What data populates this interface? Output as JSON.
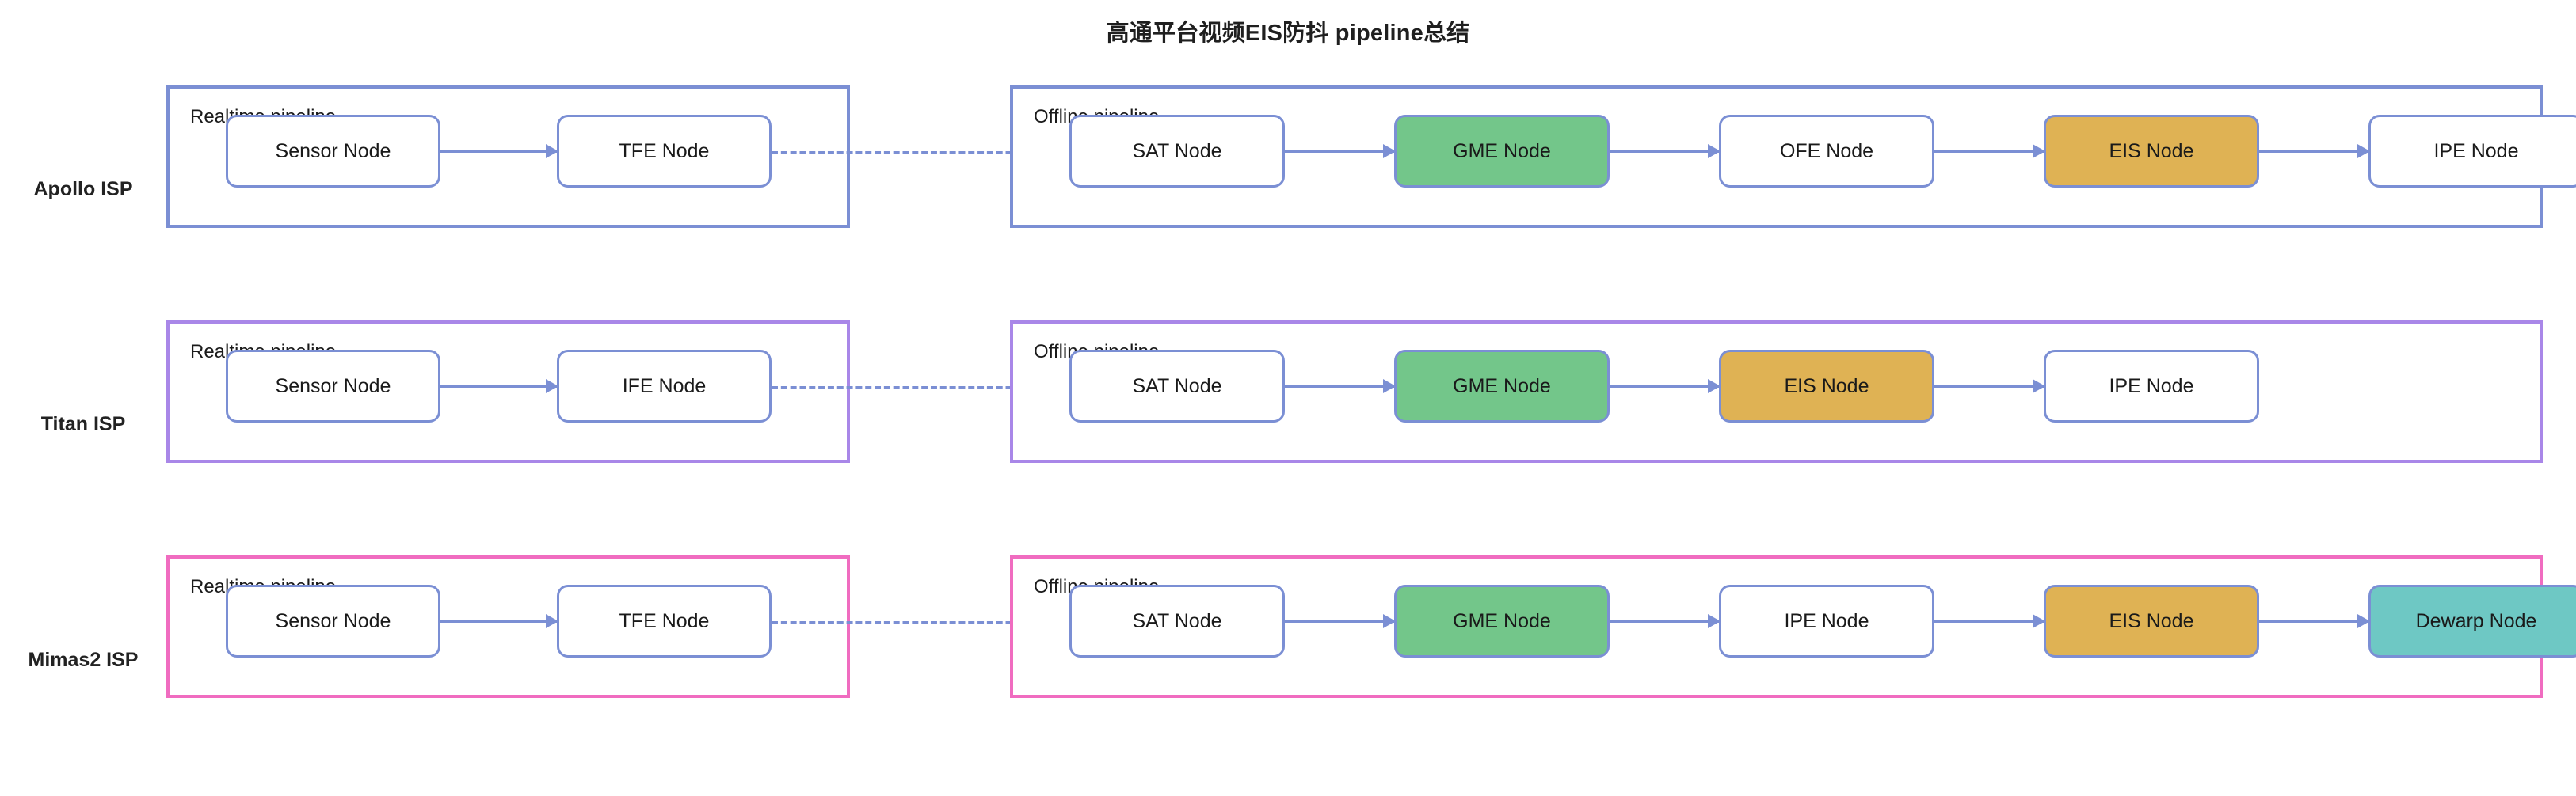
{
  "page": {
    "title": "高通平台视频EIS防抖 pipeline总结",
    "background_color": "#ffffff"
  },
  "palette": {
    "node_border": "#7b8fd4",
    "arrow": "#7b8fd4",
    "node_default_fill": "#ffffff",
    "node_green_fill": "#73c68a",
    "node_gold_fill": "#dfb254",
    "node_teal_fill": "#6ec8c4",
    "group_border_row1": "#7b8fd4",
    "group_border_row2": "#a987e8",
    "group_border_row3": "#f06cc0",
    "text": "#1a1a1a"
  },
  "rows": [
    {
      "label": "Apollo ISP",
      "border_color": "#7b8fd4",
      "realtime": {
        "title": "Realtime pipeline",
        "nodes": [
          {
            "label": "Sensor Node",
            "fill": "white"
          },
          {
            "label": "TFE Node",
            "fill": "white"
          }
        ]
      },
      "offline": {
        "title": "Offline pipeline",
        "nodes": [
          {
            "label": "SAT Node",
            "fill": "white"
          },
          {
            "label": "GME Node",
            "fill": "green"
          },
          {
            "label": "OFE Node",
            "fill": "white"
          },
          {
            "label": "EIS Node",
            "fill": "gold"
          },
          {
            "label": "IPE Node",
            "fill": "white"
          }
        ]
      }
    },
    {
      "label": "Titan ISP",
      "border_color": "#a987e8",
      "realtime": {
        "title": "Realtime pipeline",
        "nodes": [
          {
            "label": "Sensor Node",
            "fill": "white"
          },
          {
            "label": "IFE Node",
            "fill": "white"
          }
        ]
      },
      "offline": {
        "title": "Offline pipeline",
        "nodes": [
          {
            "label": "SAT Node",
            "fill": "white"
          },
          {
            "label": "GME Node",
            "fill": "green"
          },
          {
            "label": "EIS Node",
            "fill": "gold"
          },
          {
            "label": "IPE Node",
            "fill": "white"
          }
        ]
      }
    },
    {
      "label": "Mimas2 ISP",
      "border_color": "#f06cc0",
      "realtime": {
        "title": "Realtime pipeline",
        "nodes": [
          {
            "label": "Sensor Node",
            "fill": "white"
          },
          {
            "label": "TFE Node",
            "fill": "white"
          }
        ]
      },
      "offline": {
        "title": "Offline pipeline",
        "nodes": [
          {
            "label": "SAT Node",
            "fill": "white"
          },
          {
            "label": "GME Node",
            "fill": "green"
          },
          {
            "label": "IPE Node",
            "fill": "white"
          },
          {
            "label": "EIS Node",
            "fill": "gold"
          },
          {
            "label": "Dewarp Node",
            "fill": "teal"
          }
        ]
      }
    }
  ]
}
